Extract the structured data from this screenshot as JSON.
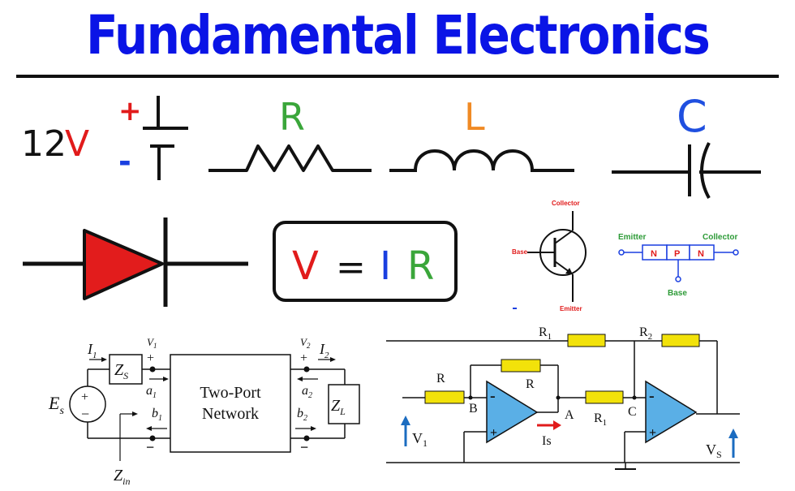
{
  "title": "Fundamental Electronics",
  "battery": {
    "voltage_num": "12",
    "voltage_unit": "V",
    "plus": "+",
    "minus": "-"
  },
  "resistor": {
    "label": "R"
  },
  "inductor": {
    "label": "L"
  },
  "capacitor": {
    "label": "C"
  },
  "ohms_law": {
    "v": "V",
    "eq": "=",
    "i": "I",
    "r": "R"
  },
  "bjt": {
    "collector": "Collector",
    "base": "Base",
    "emitter": "Emitter"
  },
  "npn": {
    "emitter": "Emitter",
    "collector": "Collector",
    "n1": "N",
    "p": "P",
    "n2": "N",
    "base": "Base"
  },
  "two_port": {
    "box_line1": "Two-Port",
    "box_line2": "Network",
    "i1": "I",
    "i1_sub": "1",
    "v1": "V",
    "v1_sub": "1",
    "v2": "V",
    "v2_sub": "2",
    "i2": "I",
    "i2_sub": "2",
    "zs": "Z",
    "zs_sub": "S",
    "zl": "Z",
    "zl_sub": "L",
    "es": "E",
    "es_sub": "s",
    "a1": "a",
    "a1_sub": "1",
    "b1": "b",
    "b1_sub": "1",
    "a2": "a",
    "a2_sub": "2",
    "b2": "b",
    "b2_sub": "2",
    "zin": "Z",
    "zin_sub": "in",
    "plus": "+",
    "minus": "−"
  },
  "opamp_circuit": {
    "r1_top": "R",
    "r1_top_sub": "1",
    "r2": "R",
    "r2_sub": "2",
    "r_in": "R",
    "r_fb": "R",
    "r1_mid": "R",
    "r1_mid_sub": "1",
    "node_a": "A",
    "node_b": "B",
    "node_c": "C",
    "v1": "V",
    "v1_sub": "1",
    "vs": "V",
    "vs_sub": "S",
    "is": "Is",
    "minus": "-",
    "plus": "+"
  },
  "colors": {
    "title": "#0a14e6",
    "red": "#e11b1b",
    "blue": "#1a3fe0",
    "green": "#3aa63a",
    "orange": "#f08a24",
    "cap_blue": "#1f4fe0",
    "diode_red": "#e21c1c",
    "opamp": "#5aafe6",
    "resistor_yellow": "#f2e20a",
    "npn_label": "#2e9b38",
    "arrow_blue": "#1b6cc0"
  }
}
